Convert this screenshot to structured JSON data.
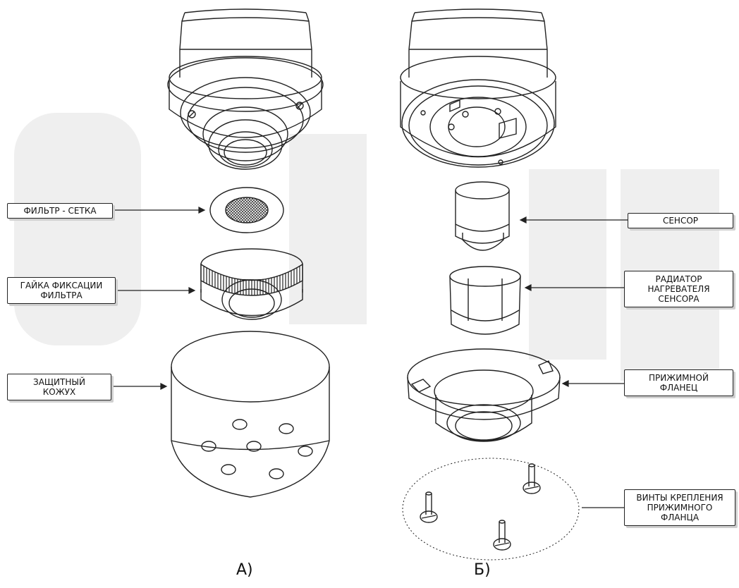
{
  "labels": {
    "filter_mesh": [
      "ФИЛЬТР - СЕТКА"
    ],
    "filter_nut": [
      "ГАЙКА ФИКСАЦИИ",
      "ФИЛЬТРА"
    ],
    "protective_cover": [
      "ЗАЩИТНЫЙ",
      "КОЖУХ"
    ],
    "sensor": [
      "СЕНСОР"
    ],
    "heater_radiator": [
      "РАДИАТОР",
      "НАГРЕВАТЕЛЯ",
      "СЕНСОРА"
    ],
    "clamp_flange": [
      "ПРИЖИМНОЙ",
      "ФЛАНЕЦ"
    ],
    "flange_screws": [
      "ВИНТЫ КРЕПЛЕНИЯ",
      "ПРИЖИМНОГО",
      "ФЛАНЦА"
    ]
  },
  "captions": {
    "a": "А)",
    "b": "Б)"
  },
  "colors": {
    "line": "#222222",
    "watermark": "#ececec",
    "shadow": "#cfcfcf"
  }
}
